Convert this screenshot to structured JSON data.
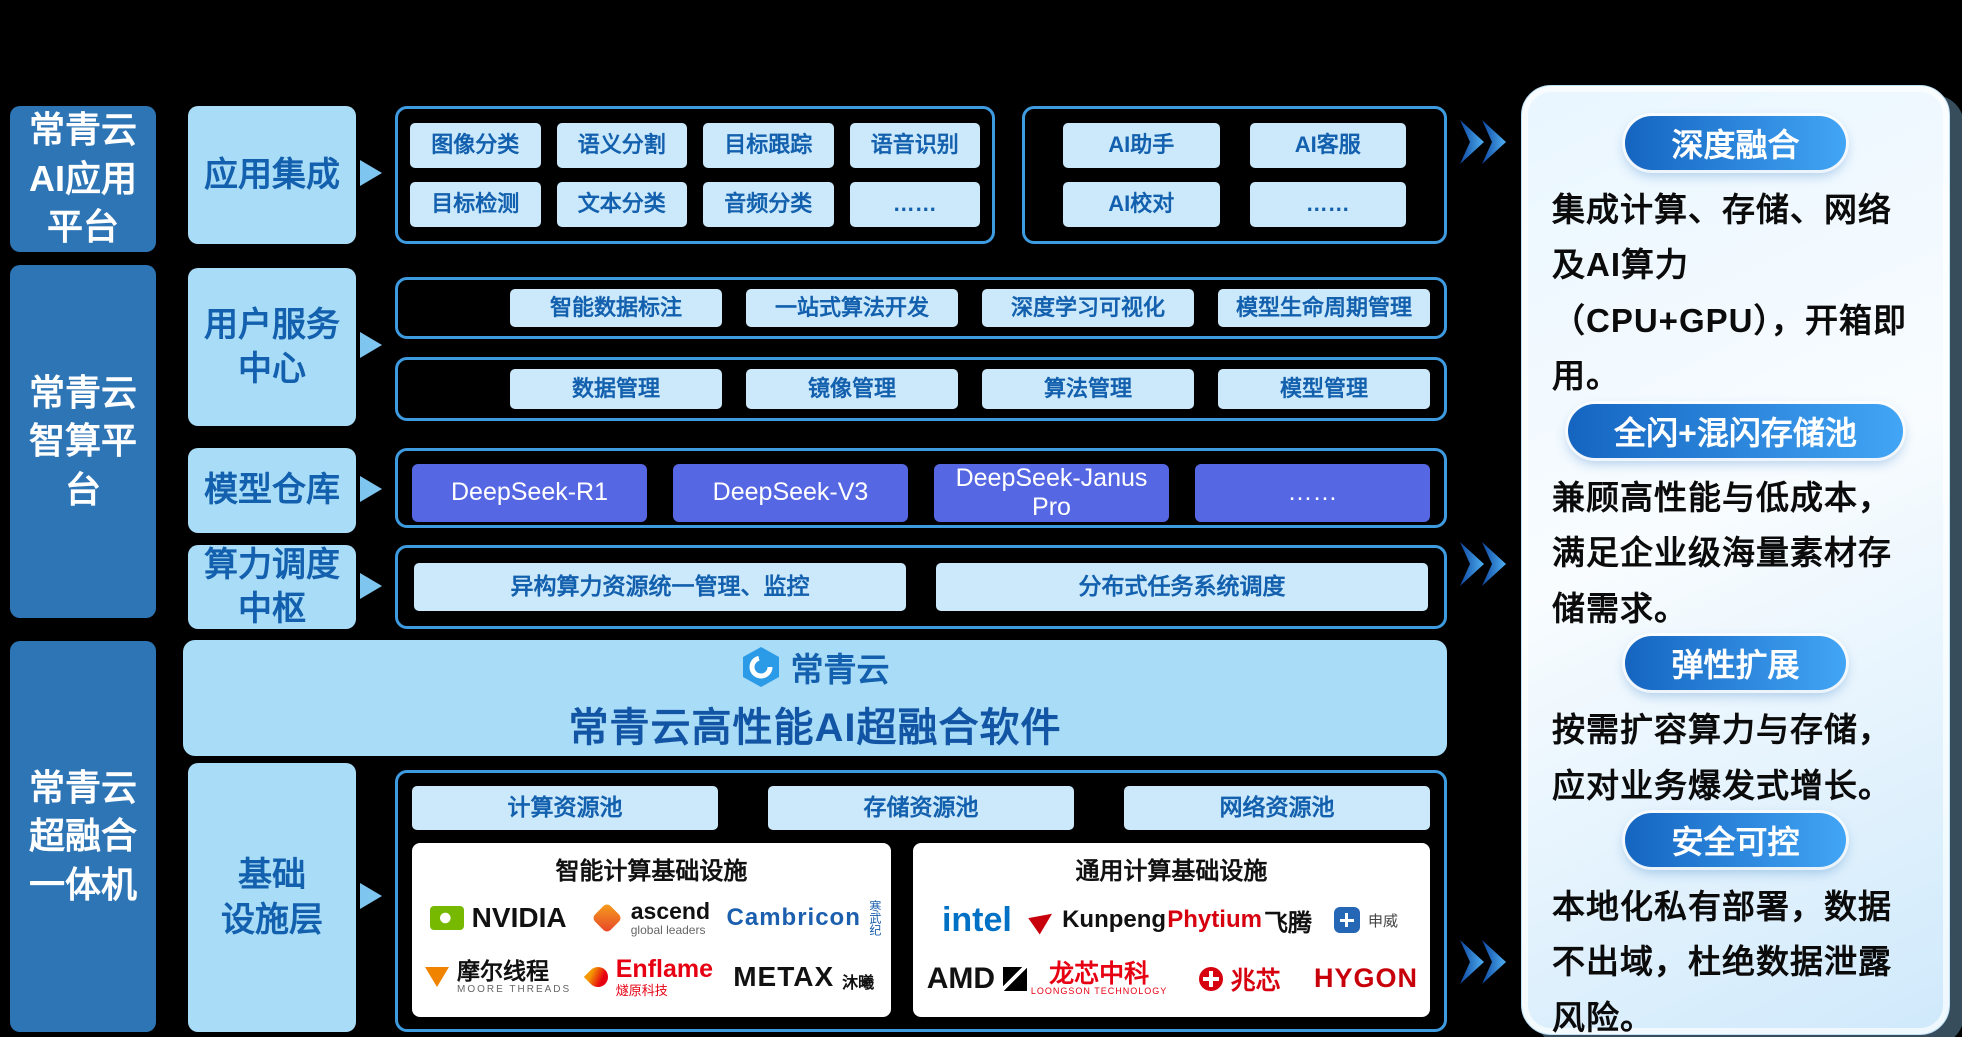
{
  "colors": {
    "accent": "#2E75B6",
    "layer_light": "#A9DCF6",
    "button_light": "#CBE9FA",
    "model_button": "#5667E3",
    "box_border": "#3E9BE0",
    "pill_gradient_start": "#1565C0",
    "pill_gradient_end": "#42A5F5"
  },
  "left_column": [
    {
      "lines": [
        "常青云",
        "AI应用",
        "平台"
      ]
    },
    {
      "lines": [
        "常青云",
        "智算平",
        "台"
      ]
    },
    {
      "lines": [
        "常青云",
        "超融合",
        "一体机"
      ]
    }
  ],
  "layers": [
    {
      "lines": [
        "应用集成"
      ]
    },
    {
      "lines": [
        "用户服务",
        "中心"
      ]
    },
    {
      "lines": [
        "模型仓库"
      ]
    },
    {
      "lines": [
        "算力调度",
        "中枢"
      ]
    },
    {
      "lines": [
        "基础",
        "设施层"
      ]
    }
  ],
  "app_row": {
    "box1": [
      "图像分类",
      "语义分割",
      "目标跟踪",
      "语音识别",
      "目标检测",
      "文本分类",
      "音频分类",
      "……"
    ],
    "box2": [
      "AI助手",
      "AI客服",
      "AI校对",
      "……"
    ]
  },
  "service_row": {
    "row1": [
      "智能数据标注",
      "一站式算法开发",
      "深度学习可视化",
      "模型生命周期管理"
    ],
    "row2": [
      "数据管理",
      "镜像管理",
      "算法管理",
      "模型管理"
    ]
  },
  "model_row": [
    "DeepSeek-R1",
    "DeepSeek-V3",
    "DeepSeek-Janus Pro",
    "……"
  ],
  "compute_row": [
    "异构算力资源统一管理、监控",
    "分布式任务系统调度"
  ],
  "banner": {
    "brand": "常青云",
    "title": "常青云高性能AI超融合软件"
  },
  "infra": {
    "pools": [
      "计算资源池",
      "存储资源池",
      "网络资源池"
    ],
    "smart_title": "智能计算基础设施",
    "smart_vendors": [
      {
        "main": "NVIDIA",
        "sub": ""
      },
      {
        "main": "ascend",
        "sub": "global leaders"
      },
      {
        "main": "Cambricon",
        "sub": "寒武纪"
      },
      {
        "main": "摩尔线程",
        "sub": "MOORE THREADS"
      },
      {
        "main": "Enflame",
        "sub": "燧原科技"
      },
      {
        "main": "METAX",
        "sub": "沐曦"
      }
    ],
    "general_title": "通用计算基础设施",
    "general_vendors": [
      {
        "main": "intel",
        "sub": ""
      },
      {
        "main": "Kunpeng",
        "sub": ""
      },
      {
        "main": "Phytium",
        "sub": "飞腾"
      },
      {
        "main": "申威",
        "sub": ""
      },
      {
        "main": "AMD",
        "sub": ""
      },
      {
        "main": "龙芯中科",
        "sub": "LOONGSON TECHNOLOGY"
      },
      {
        "main": "兆芯",
        "sub": ""
      },
      {
        "main": "HYGON",
        "sub": ""
      }
    ]
  },
  "right_panel": {
    "sections": [
      {
        "title": "深度融合",
        "text": "集成计算、存储、网络及AI算力（CPU+GPU），开箱即用。"
      },
      {
        "title": "全闪+混闪存储池",
        "text": "兼顾高性能与低成本，满足企业级海量素材存储需求。"
      },
      {
        "title": "弹性扩展",
        "text": "按需扩容算力与存储，应对业务爆发式增长。"
      },
      {
        "title": "安全可控",
        "text": "本地化私有部署，数据不出域，杜绝数据泄露风险。"
      }
    ]
  }
}
